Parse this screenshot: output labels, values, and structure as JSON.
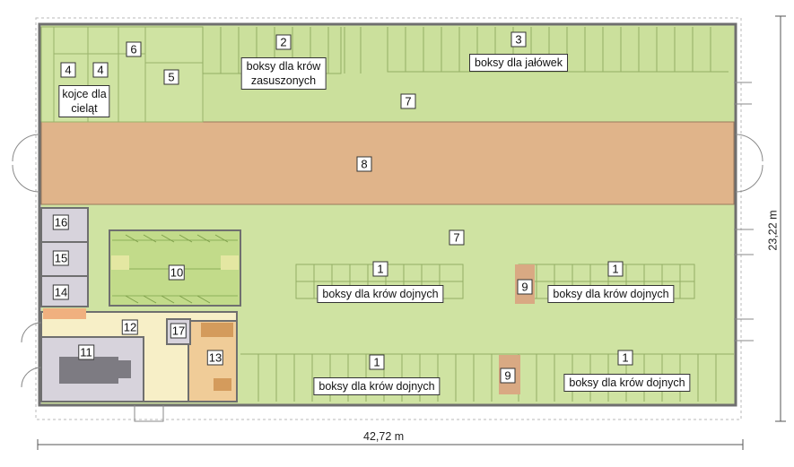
{
  "plan": {
    "colors": {
      "pen": "#e2e2b0",
      "corridor": "#e0b48a",
      "utility": "#d7d3dc",
      "passage": "#f7efc7",
      "office": "#f0cc98",
      "wall": "#6f6f6f",
      "silo": "#d9a983"
    },
    "rooms": {
      "r1a": "1",
      "r1b": "1",
      "r1c": "1",
      "r1d": "1",
      "r2": "2",
      "r3": "3",
      "r4a": "4",
      "r4b": "4",
      "r5": "5",
      "r6": "6",
      "r7a": "7",
      "r7b": "7",
      "r8": "8",
      "r9a": "9",
      "r9b": "9",
      "r10": "10",
      "r11": "11",
      "r12": "12",
      "r13": "13",
      "r14": "14",
      "r15": "15",
      "r16": "16",
      "r17": "17"
    },
    "labels": {
      "dry_cows": "boksy dla krów\nzasuszonych",
      "heifers": "boksy dla jałówek",
      "calves": "kojce dla\ncieląt",
      "dairy_1": "boksy dla krów dojnych",
      "dairy_2": "boksy dla krów dojnych",
      "dairy_3": "boksy dla krów dojnych",
      "dairy_4": "boksy dla krów dojnych"
    },
    "dimensions": {
      "width": "42,72 m",
      "depth": "23,22 m"
    }
  }
}
